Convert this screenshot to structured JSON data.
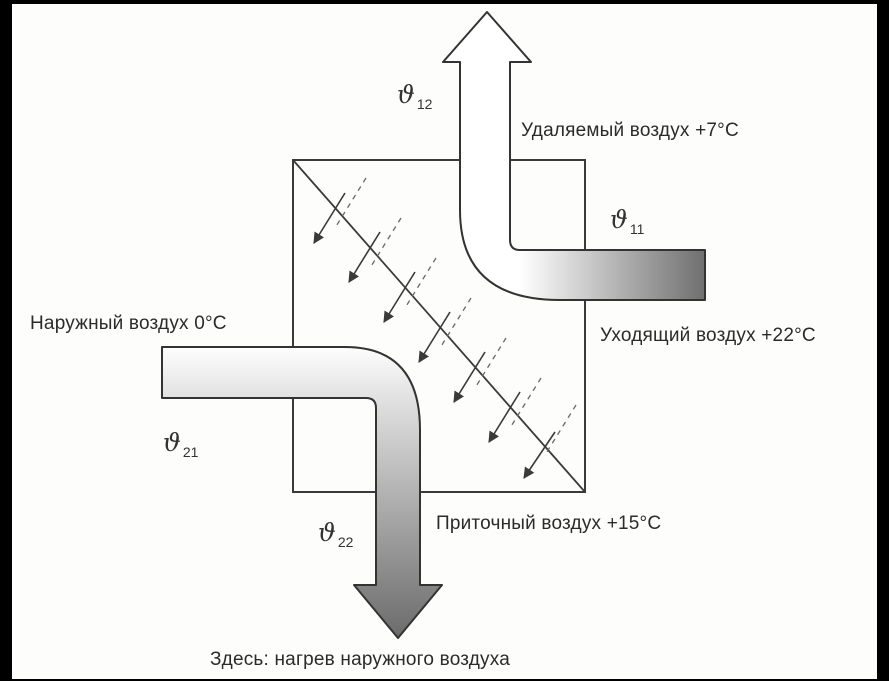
{
  "labels": {
    "exhaust_out": "Удаляемый воздух +7°C",
    "outside_air": "Наружный воздух 0°C",
    "extract_air": "Уходящий воздух +22°C",
    "supply_air": "Приточный воздух +15°C",
    "caption": "Здесь: нагрев наружного воздуха"
  },
  "symbols": {
    "theta_12": {
      "base": "ϑ",
      "sub": "12"
    },
    "theta_11": {
      "base": "ϑ",
      "sub": "11"
    },
    "theta_21": {
      "base": "ϑ",
      "sub": "21"
    },
    "theta_22": {
      "base": "ϑ",
      "sub": "22"
    }
  },
  "colors": {
    "background": "#000000",
    "paper": "#fdfdfb",
    "warm": "#6f6f6f",
    "cool": "#ffffff",
    "line": "#3a3a3a"
  }
}
